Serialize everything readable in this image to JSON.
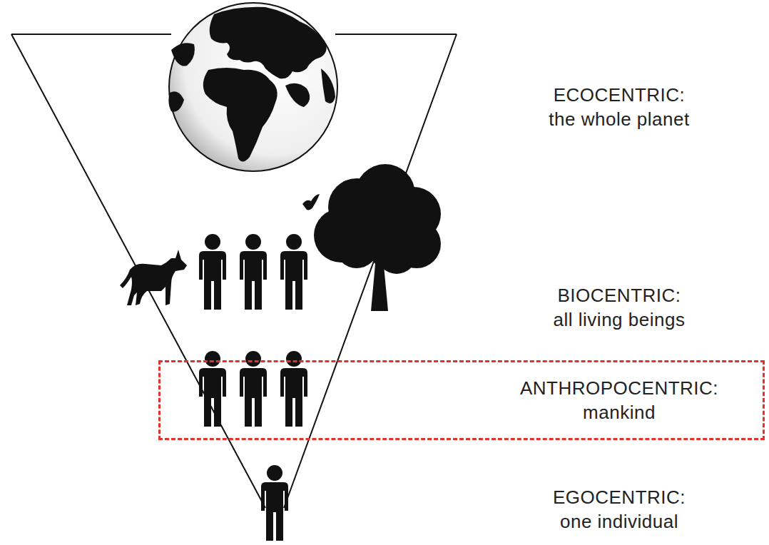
{
  "diagram": {
    "nodes": [
      {
        "text": [
          "ANTHROPOCENTRIC: mankind"
        ]
      }
    ],
    "labels": [
      "ECOCENTRIC: the whole planet",
      "BIOCENTRIC: all living beings",
      "EGOCENTRIC: one individual"
    ]
  }
}
